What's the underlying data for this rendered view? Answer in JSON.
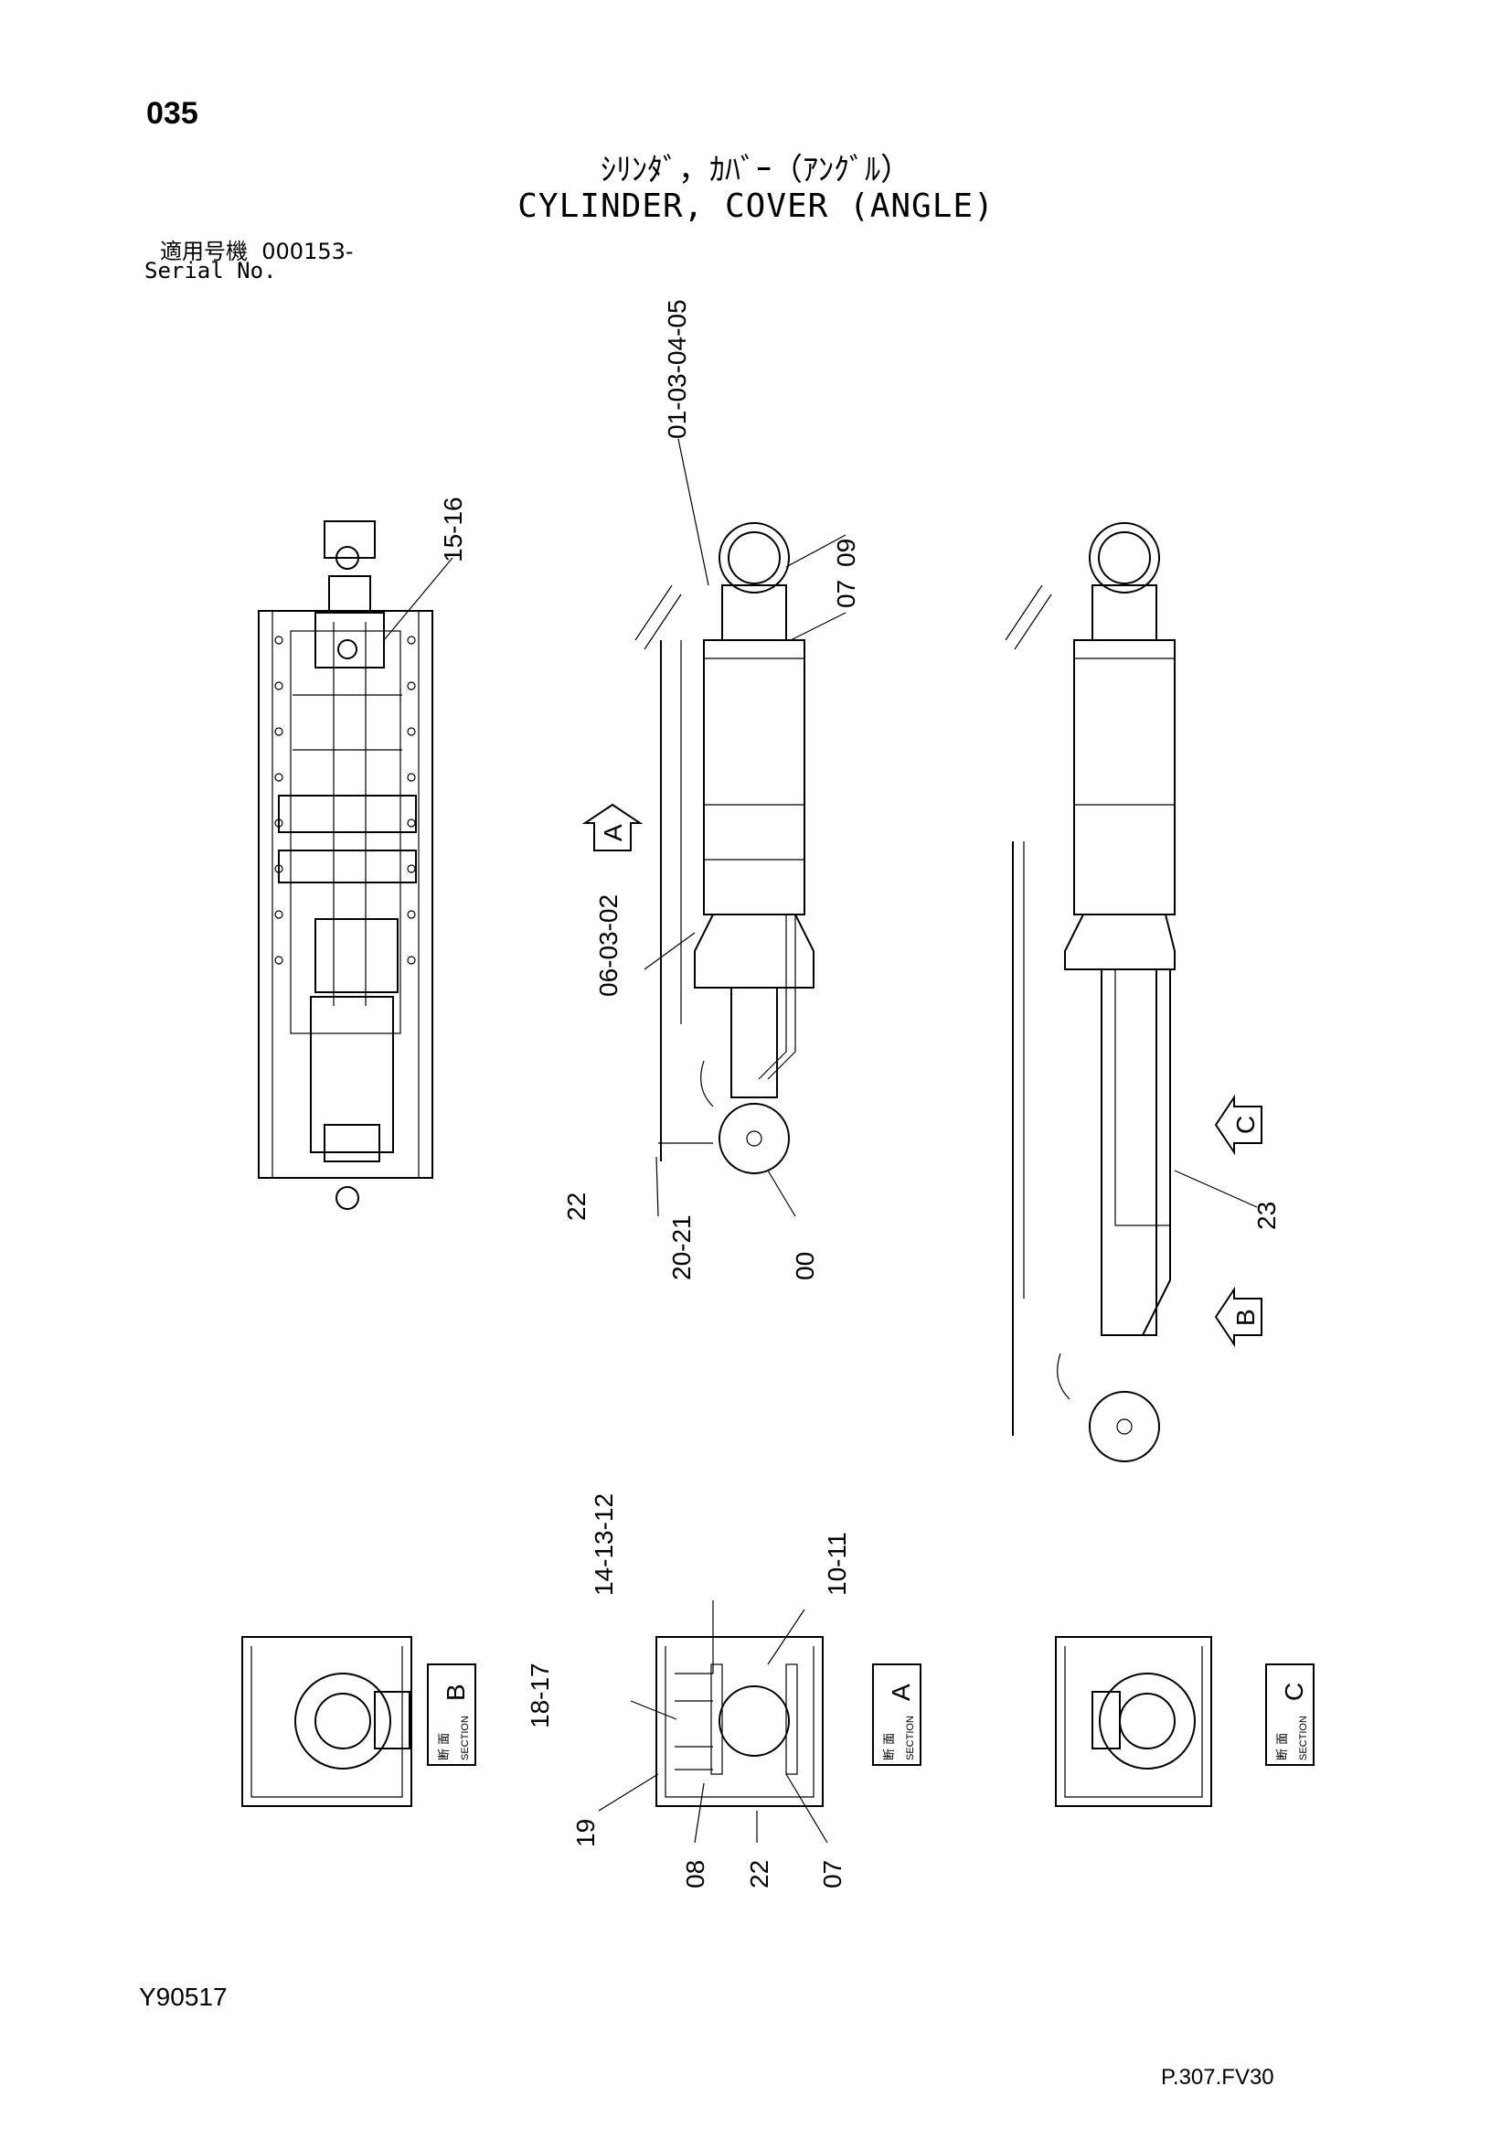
{
  "header": {
    "page_number": "035",
    "title_jp": "ｼﾘﾝﾀﾞ，ｶﾊﾞｰ（ｱﾝｸﾞﾙ）",
    "title_en": "CYLINDER, COVER (ANGLE)",
    "serial_label_jp": "適用号機",
    "serial_value": "000153-",
    "serial_label_en": "Serial No."
  },
  "callouts": {
    "c_01_05": "01-03-04-05",
    "c_15_16": "15-16",
    "c_09": "09",
    "c_07": "07",
    "c_06_02": "06-03-02",
    "c_22a": "22",
    "c_20_21": "20-21",
    "c_00": "00",
    "c_23": "23",
    "c_14_12": "14-13-12",
    "c_10_11": "10-11",
    "c_18_17": "18-17",
    "c_19": "19",
    "c_08": "08",
    "c_22b": "22",
    "c_07b": "07"
  },
  "views": {
    "arrow_a": "A",
    "arrow_b": "B",
    "arrow_c": "C",
    "section_b_letter": "B",
    "section_a_letter": "A",
    "section_c_letter": "C",
    "section_jp": "断 面",
    "section_en": "SECTION"
  },
  "footer": {
    "drawing_code": "Y90517",
    "page_ref": "P.307.FV30"
  }
}
